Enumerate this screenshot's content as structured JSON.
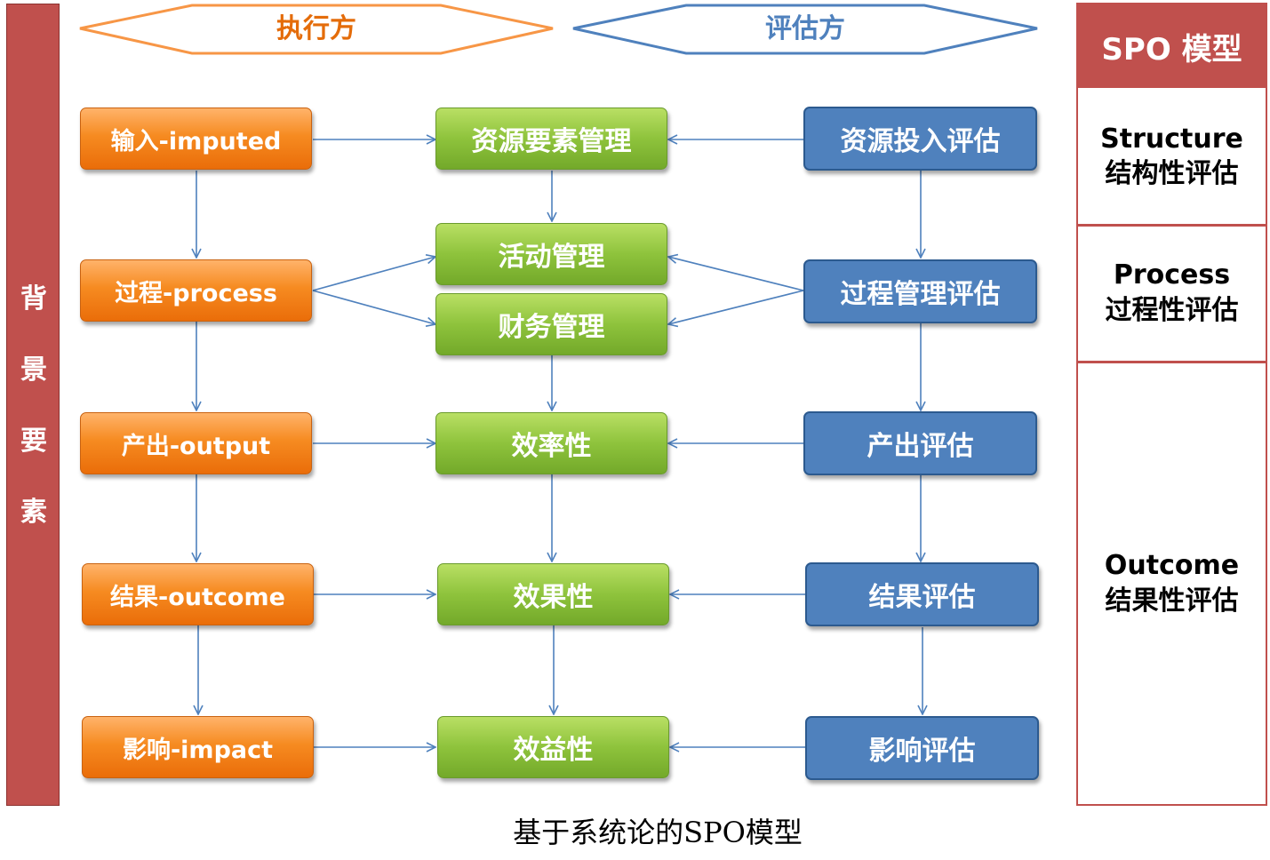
{
  "sidebar": {
    "chars": [
      "背",
      "景",
      "要",
      "素"
    ]
  },
  "header": {
    "executor": "执行方",
    "evaluator": "评估方"
  },
  "executor_boxes": [
    "输入-imputed",
    "过程-process",
    "产出-output",
    "结果-outcome",
    "影响-impact"
  ],
  "management_boxes": [
    "资源要素管理",
    "活动管理",
    "财务管理",
    "效率性",
    "效果性",
    "效益性"
  ],
  "evaluation_boxes": [
    "资源投入评估",
    "过程管理评估",
    "产出评估",
    "结果评估",
    "影响评估"
  ],
  "spo": {
    "title": "SPO 模型",
    "structure": {
      "en": "Structure",
      "zh": "结构性评估"
    },
    "process": {
      "en": "Process",
      "zh": "过程性评估"
    },
    "outcome": {
      "en": "Outcome",
      "zh": "结果性评估"
    }
  },
  "caption": "基于系统论的SPO模型",
  "colors": {
    "executor": "#f68b21",
    "management": "#8ec33c",
    "evaluation": "#4f81bd",
    "spo": "#c0504d",
    "arrow": "#4f81bd"
  }
}
